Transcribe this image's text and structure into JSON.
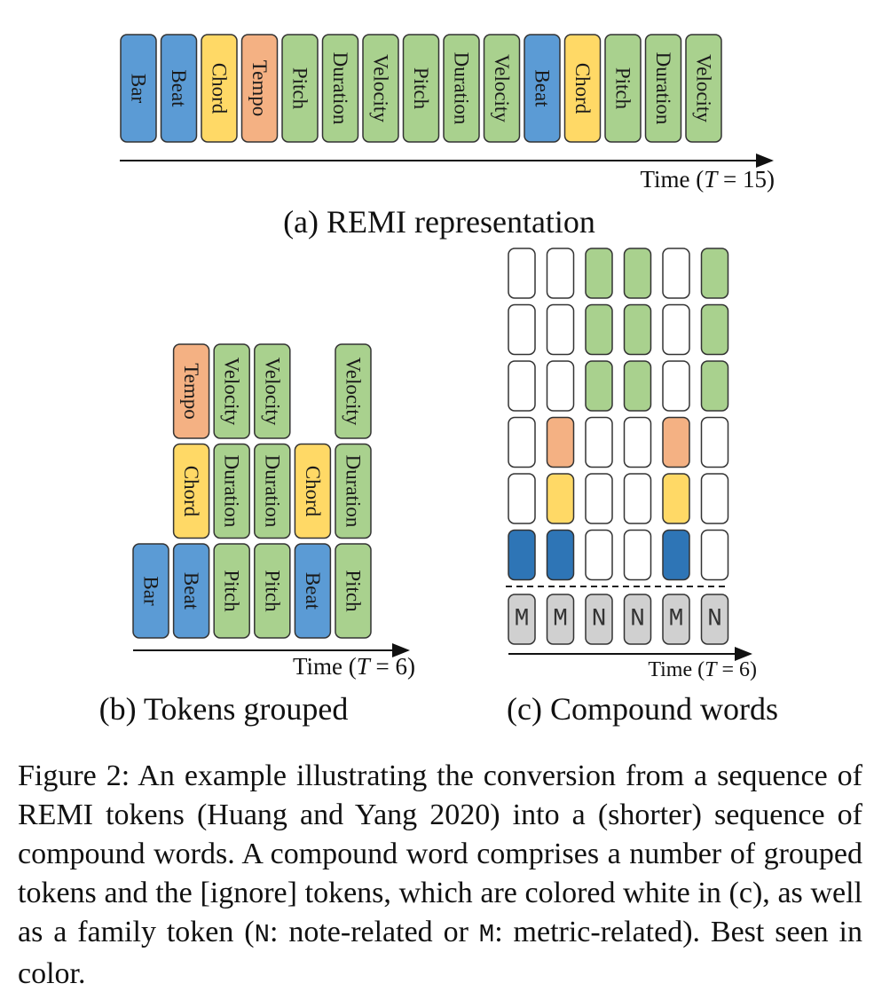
{
  "colors": {
    "bar": "#5b9bd5",
    "beat": "#5b9bd5",
    "chord": "#ffd966",
    "tempo": "#f4b183",
    "note": "#a9d18e",
    "compound_metric": "#2e75b6",
    "family": "#d0d0d0",
    "ignore": "#ffffff"
  },
  "panel_a": {
    "tokens": [
      {
        "label": "Bar",
        "kind": "bar"
      },
      {
        "label": "Beat",
        "kind": "beat"
      },
      {
        "label": "Chord",
        "kind": "chord"
      },
      {
        "label": "Tempo",
        "kind": "tempo"
      },
      {
        "label": "Pitch",
        "kind": "note"
      },
      {
        "label": "Duration",
        "kind": "note"
      },
      {
        "label": "Velocity",
        "kind": "note"
      },
      {
        "label": "Pitch",
        "kind": "note"
      },
      {
        "label": "Duration",
        "kind": "note"
      },
      {
        "label": "Velocity",
        "kind": "note"
      },
      {
        "label": "Beat",
        "kind": "beat"
      },
      {
        "label": "Chord",
        "kind": "chord"
      },
      {
        "label": "Pitch",
        "kind": "note"
      },
      {
        "label": "Duration",
        "kind": "note"
      },
      {
        "label": "Velocity",
        "kind": "note"
      }
    ],
    "axis_label": "Time (T = 15)",
    "axis_prefix": "Time (",
    "axis_var": "T",
    "axis_suffix": " = 15)",
    "caption": "(a) REMI representation"
  },
  "panel_b": {
    "columns": [
      [
        {
          "label": "Bar",
          "kind": "bar"
        }
      ],
      [
        {
          "label": "Beat",
          "kind": "beat"
        },
        {
          "label": "Chord",
          "kind": "chord"
        },
        {
          "label": "Tempo",
          "kind": "tempo"
        }
      ],
      [
        {
          "label": "Pitch",
          "kind": "note"
        },
        {
          "label": "Duration",
          "kind": "note"
        },
        {
          "label": "Velocity",
          "kind": "note"
        }
      ],
      [
        {
          "label": "Pitch",
          "kind": "note"
        },
        {
          "label": "Duration",
          "kind": "note"
        },
        {
          "label": "Velocity",
          "kind": "note"
        }
      ],
      [
        {
          "label": "Beat",
          "kind": "beat"
        },
        {
          "label": "Chord",
          "kind": "chord"
        }
      ],
      [
        {
          "label": "Pitch",
          "kind": "note"
        },
        {
          "label": "Duration",
          "kind": "note"
        },
        {
          "label": "Velocity",
          "kind": "note"
        }
      ]
    ],
    "axis_prefix": "Time (",
    "axis_var": "T",
    "axis_suffix": " = 6)",
    "caption": "(b) Tokens grouped"
  },
  "panel_c": {
    "rows_top_to_bottom": [
      [
        "ignore",
        "ignore",
        "note",
        "note",
        "ignore",
        "note"
      ],
      [
        "ignore",
        "ignore",
        "note",
        "note",
        "ignore",
        "note"
      ],
      [
        "ignore",
        "ignore",
        "note",
        "note",
        "ignore",
        "note"
      ],
      [
        "ignore",
        "tempo",
        "ignore",
        "ignore",
        "tempo",
        "ignore"
      ],
      [
        "ignore",
        "chord",
        "ignore",
        "ignore",
        "chord",
        "ignore"
      ],
      [
        "compound_metric",
        "compound_metric",
        "ignore",
        "ignore",
        "compound_metric",
        "ignore"
      ]
    ],
    "family_tokens": [
      "M",
      "M",
      "N",
      "N",
      "M",
      "N"
    ],
    "axis_prefix": "Time (",
    "axis_var": "T",
    "axis_suffix": " = 6)",
    "caption": "(c) Compound words"
  },
  "figure_caption": {
    "before_n": "Figure 2: An example illustrating the conversion from a sequence of REMI tokens (Huang and Yang 2020) into a (shorter) sequence of compound words. A compound word comprises a number of grouped tokens and the [ignore] tokens, which are colored white in (c), as well as a family token (",
    "n_code": "N",
    "between": ": note-related or ",
    "m_code": "M",
    "after_m": ": metric-related). Best seen in color."
  }
}
